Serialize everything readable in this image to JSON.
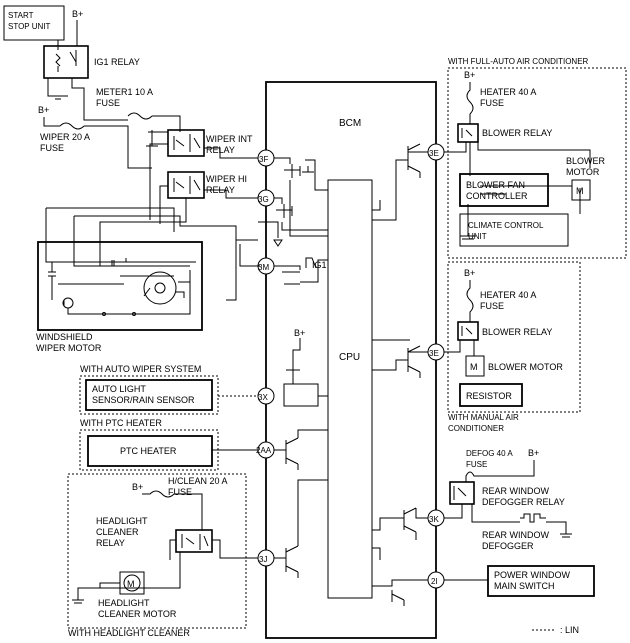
{
  "start_stop_unit": "START STOP UNIT",
  "b_plus": "B+",
  "ig1_relay": "IG1 RELAY",
  "ig1": "IG1",
  "meter1_fuse": "METER1 10 A FUSE",
  "wiper_fuse": "WIPER 20 A FUSE",
  "wiper_int_relay": "WIPER INT RELAY",
  "wiper_hi_relay": "WIPER HI RELAY",
  "windshield_wiper_motor": "WINDSHIELD WIPER MOTOR",
  "bcm": "BCM",
  "cpu": "CPU",
  "terminals": {
    "t3F": "3F",
    "t3G": "3G",
    "t3M": "3M",
    "t3X": "3X",
    "t2AA": "2AA",
    "t3J": "3J",
    "t3E_a": "3E",
    "t3E_b": "3E",
    "t3K": "3K",
    "t2I": "2I"
  },
  "auto_wiper": {
    "group": "WITH AUTO WIPER SYSTEM",
    "sensor": "AUTO LIGHT SENSOR/RAIN SENSOR"
  },
  "ptc": {
    "group": "WITH PTC HEATER",
    "heater": "PTC HEATER"
  },
  "headlight": {
    "group": "WITH HEADLIGHT CLEANER",
    "fuse": "H/CLEAN 20 A FUSE",
    "relay": "HEADLIGHT CLEANER RELAY",
    "motor": "HEADLIGHT CLEANER MOTOR"
  },
  "full_auto": {
    "group": "WITH FULL-AUTO AIR CONDITIONER",
    "fuse": "HEATER 40 A FUSE",
    "relay": "BLOWER RELAY",
    "controller": "BLOWER FAN CONTROLLER",
    "motor": "BLOWER MOTOR",
    "climate": "CLIMATE CONTROL UNIT"
  },
  "manual": {
    "group": "WITH MANUAL AIR CONDITIONER",
    "fuse": "HEATER 40 A FUSE",
    "relay": "BLOWER RELAY",
    "motor": "BLOWER MOTOR",
    "resistor": "RESISTOR"
  },
  "defogger": {
    "fuse": "DEFOG 40 A FUSE",
    "relay": "REAR WINDOW DEFOGGER RELAY",
    "element": "REAR WINDOW DEFOGGER"
  },
  "power_window": "POWER WINDOW MAIN SWITCH",
  "legend_lin": ": LIN",
  "motor_symbol": "M"
}
